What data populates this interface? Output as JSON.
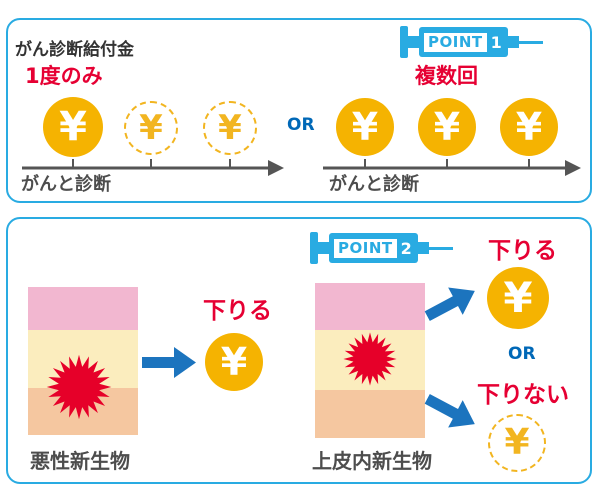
{
  "colors": {
    "cyan": "#29ABE2",
    "red": "#E60033",
    "star_red": "#E60029",
    "gold": "#F5B301",
    "gold_light": "#F2B520",
    "blue": "#0068B7",
    "arrow_blue": "#1C74BE",
    "gray": "#4D4D4D",
    "pink": "#F2B7D0",
    "cream": "#FBEDBE",
    "peach": "#F5C7A0"
  },
  "coin_symbol": "¥",
  "panel1": {
    "title": "がん診断給付金",
    "badge": {
      "label": "POINT",
      "number": "1"
    },
    "left": {
      "headline": "1度のみ",
      "axis_label": "がんと診断"
    },
    "or_label": "OR",
    "right": {
      "headline": "複数回",
      "axis_label": "がんと診断"
    }
  },
  "panel2": {
    "badge": {
      "label": "POINT",
      "number": "2"
    },
    "left": {
      "tissue_label": "悪性新生物",
      "result": "下りる"
    },
    "right": {
      "tissue_label": "上皮内新生物",
      "result_paid": "下りる",
      "or_label": "OR",
      "result_unpaid": "下りない"
    }
  }
}
